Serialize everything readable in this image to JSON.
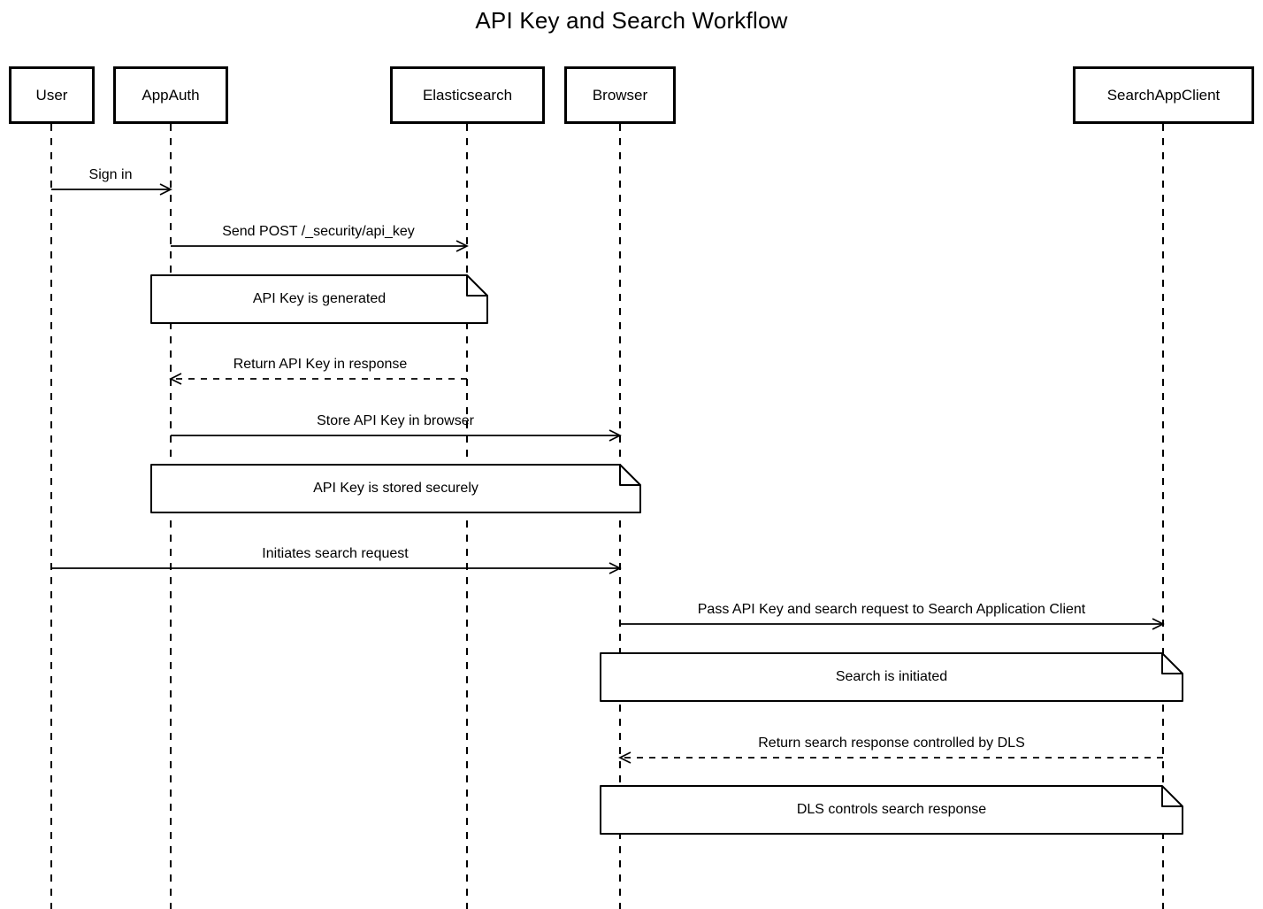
{
  "title": "API Key and Search Workflow",
  "participants": [
    {
      "label": "User"
    },
    {
      "label": "AppAuth"
    },
    {
      "label": "Elasticsearch"
    },
    {
      "label": "Browser"
    },
    {
      "label": "SearchAppClient"
    }
  ],
  "messages": [
    {
      "from": "User",
      "to": "AppAuth",
      "label": "Sign in",
      "line": "solid"
    },
    {
      "from": "AppAuth",
      "to": "Elasticsearch",
      "label": "Send POST /_security/api_key",
      "line": "solid"
    },
    {
      "from": "Elasticsearch",
      "to": "AppAuth",
      "label": "Return API Key in response",
      "line": "dashed"
    },
    {
      "from": "AppAuth",
      "to": "Browser",
      "label": "Store API Key in browser",
      "line": "solid"
    },
    {
      "from": "User",
      "to": "Browser",
      "label": "Initiates search request",
      "line": "solid"
    },
    {
      "from": "Browser",
      "to": "SearchAppClient",
      "label": "Pass API Key and search request to Search Application Client",
      "line": "solid"
    },
    {
      "from": "SearchAppClient",
      "to": "Browser",
      "label": "Return search response controlled by DLS",
      "line": "dashed"
    }
  ],
  "notes": [
    {
      "over": "AppAuth, Elasticsearch",
      "label": "API Key is generated"
    },
    {
      "over": "AppAuth, Browser",
      "label": "API Key is stored securely"
    },
    {
      "over": "Browser, SearchAppClient",
      "label": "Search is initiated"
    },
    {
      "over": "Browser, SearchAppClient",
      "label": "DLS controls search response"
    }
  ],
  "colors": {
    "line": "#000000",
    "background": "#ffffff"
  }
}
